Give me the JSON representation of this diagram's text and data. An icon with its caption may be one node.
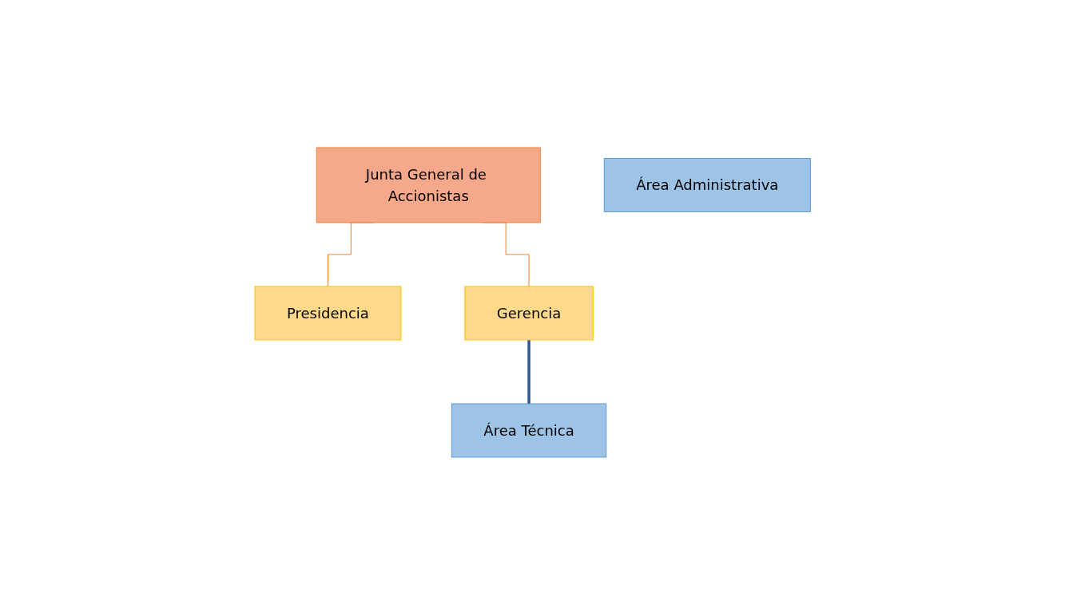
{
  "diagram": {
    "nodes": [
      {
        "text": [
          "Junta General de Accionistas"
        ]
      },
      {
        "text": [
          "Presidencia"
        ]
      },
      {
        "text": [
          "Gerencia"
        ]
      },
      {
        "text": [
          "Área Técnica"
        ]
      },
      {
        "text": [
          "Área Administrativa"
        ]
      }
    ],
    "edges": [
      {
        "from": 0,
        "to": 1,
        "arrow": "none"
      },
      {
        "from": 0,
        "to": 2,
        "arrow": "none"
      },
      {
        "from": 2,
        "to": 3,
        "arrow": "none",
        "style": "thick",
        "color": "#2f5597"
      }
    ]
  }
}
